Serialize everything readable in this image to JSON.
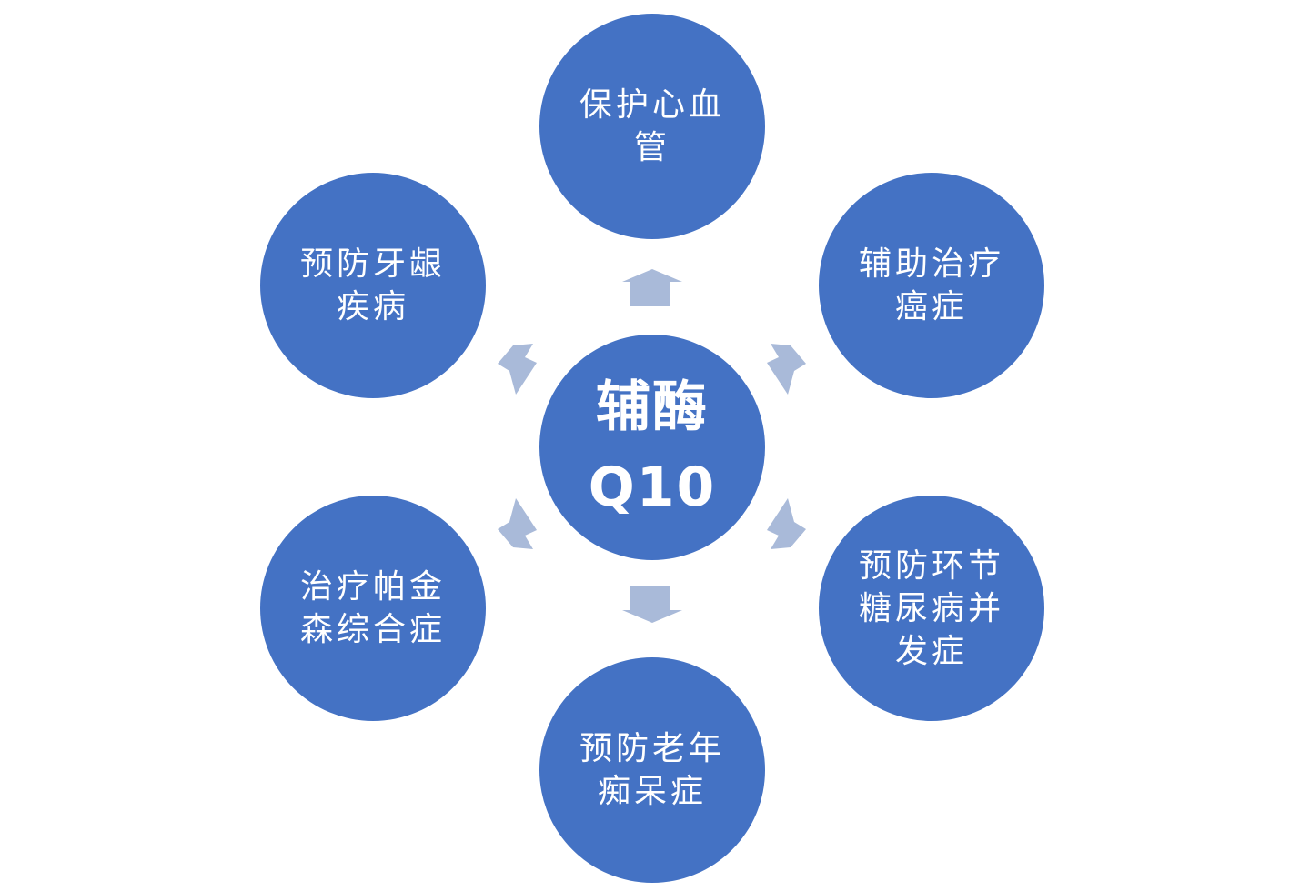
{
  "center": {
    "label": "辅酶\nQ10"
  },
  "nodes": [
    {
      "label": "保护心血\n管"
    },
    {
      "label": "辅助治疗\n癌症"
    },
    {
      "label": "预防环节\n糖尿病并\n发症"
    },
    {
      "label": "预防老年\n痴呆症"
    },
    {
      "label": "治疗帕金\n森综合症"
    },
    {
      "label": "预防牙龈\n疾病"
    }
  ],
  "colors": {
    "node_fill": "#4472C4",
    "arrow_fill": "#A9BAD9",
    "text": "#FFFFFF"
  }
}
